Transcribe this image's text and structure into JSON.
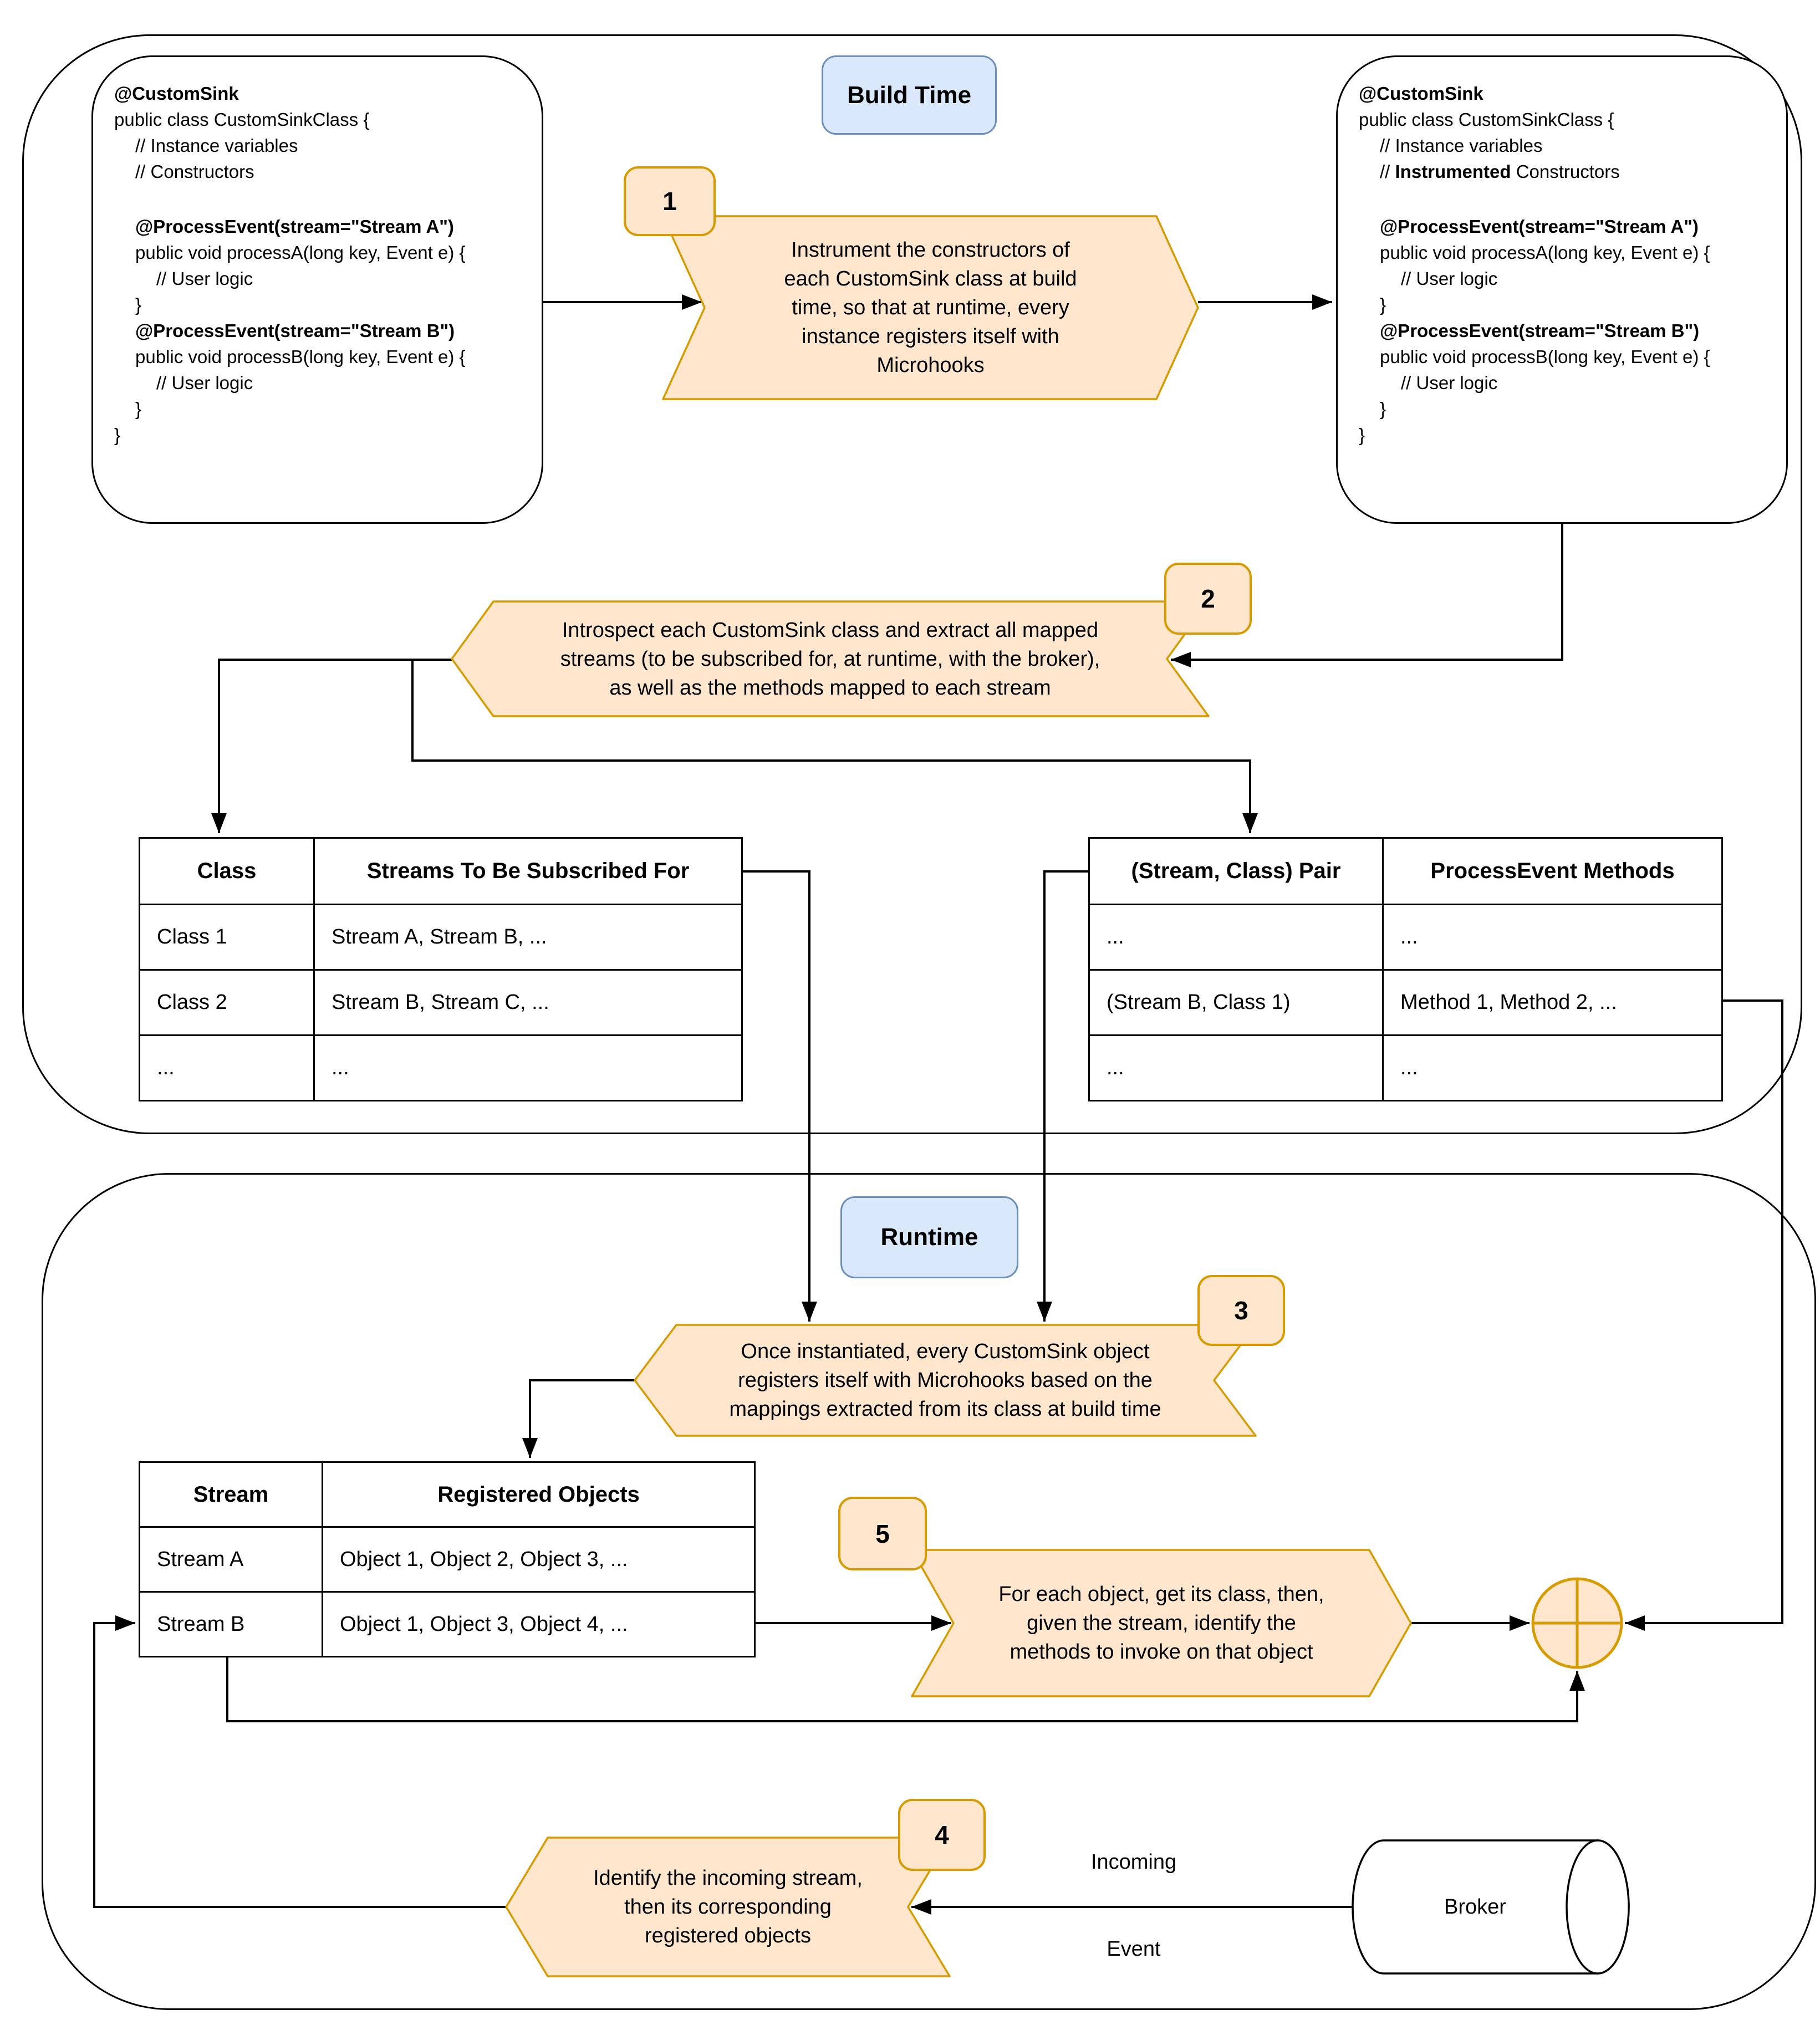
{
  "section_labels": {
    "build_time": "Build Time",
    "runtime": "Runtime"
  },
  "code_box_left": {
    "lines": [
      "@CustomSink",
      "public class CustomSinkClass {",
      "// Instance variables",
      "// Constructors",
      "",
      "@ProcessEvent(stream=\"Stream A\")",
      "public void processA(long key, Event e) {",
      "// User logic",
      "}",
      "@ProcessEvent(stream=\"Stream B\")",
      "public void processB(long key, Event e) {",
      "// User logic",
      "}",
      "}"
    ]
  },
  "code_box_right": {
    "lines": [
      "@CustomSink",
      "public class CustomSinkClass {",
      "// Instance variables",
      {
        "pre": "// ",
        "bold": "Instrumented",
        "post": " Constructors"
      },
      "",
      "@ProcessEvent(stream=\"Stream A\")",
      "public void processA(long key, Event e) {",
      "// User logic",
      "}",
      "@ProcessEvent(stream=\"Stream B\")",
      "public void processB(long key, Event e) {",
      "// User logic",
      "}",
      "}"
    ]
  },
  "steps": {
    "step1": {
      "number": "1",
      "lines": [
        "Instrument the constructors of",
        "each CustomSink class at build",
        "time, so that at runtime, every",
        "instance registers itself with",
        "Microhooks"
      ]
    },
    "step2": {
      "number": "2",
      "lines": [
        "Introspect each CustomSink class and extract all mapped",
        "streams (to be subscribed for, at runtime, with the broker),",
        "as well as the methods mapped to each stream"
      ]
    },
    "step3": {
      "number": "3",
      "lines": [
        "Once instantiated, every CustomSink object",
        "registers itself with Microhooks based on the",
        "mappings extracted from its class at build time"
      ]
    },
    "step4": {
      "number": "4",
      "lines": [
        "Identify the incoming stream,",
        "then its corresponding",
        "registered objects"
      ]
    },
    "step5": {
      "number": "5",
      "lines": [
        "For each object, get its class, then,",
        "given the stream, identify the",
        "methods to invoke on that object"
      ]
    }
  },
  "tables": {
    "class_streams": {
      "headers": [
        "Class",
        "Streams To Be Subscribed For"
      ],
      "rows": [
        [
          "Class 1",
          "Stream A, Stream B, ..."
        ],
        [
          "Class 2",
          "Stream B, Stream C, ..."
        ],
        [
          "...",
          "..."
        ]
      ]
    },
    "stream_class_pairs": {
      "headers": [
        "(Stream, Class) Pair",
        "ProcessEvent Methods"
      ],
      "rows": [
        [
          "...",
          "..."
        ],
        [
          "(Stream B, Class 1)",
          "Method 1, Method 2, ..."
        ],
        [
          "...",
          "..."
        ]
      ]
    },
    "stream_objects": {
      "headers": [
        "Stream",
        "Registered Objects"
      ],
      "rows": [
        [
          "Stream A",
          "Object 1, Object 2, Object 3, ..."
        ],
        [
          "Stream B",
          "Object 1, Object 3, Object 4, ..."
        ]
      ]
    }
  },
  "broker": {
    "label": "Broker"
  },
  "incoming_event": {
    "line1": "Incoming",
    "line2": "Event"
  },
  "colors": {
    "banner_fill": "#FFE6CC",
    "banner_stroke": "#D79B00",
    "label_fill": "#DAE8FC",
    "label_stroke": "#6C8EBF",
    "connector": "#000000"
  }
}
